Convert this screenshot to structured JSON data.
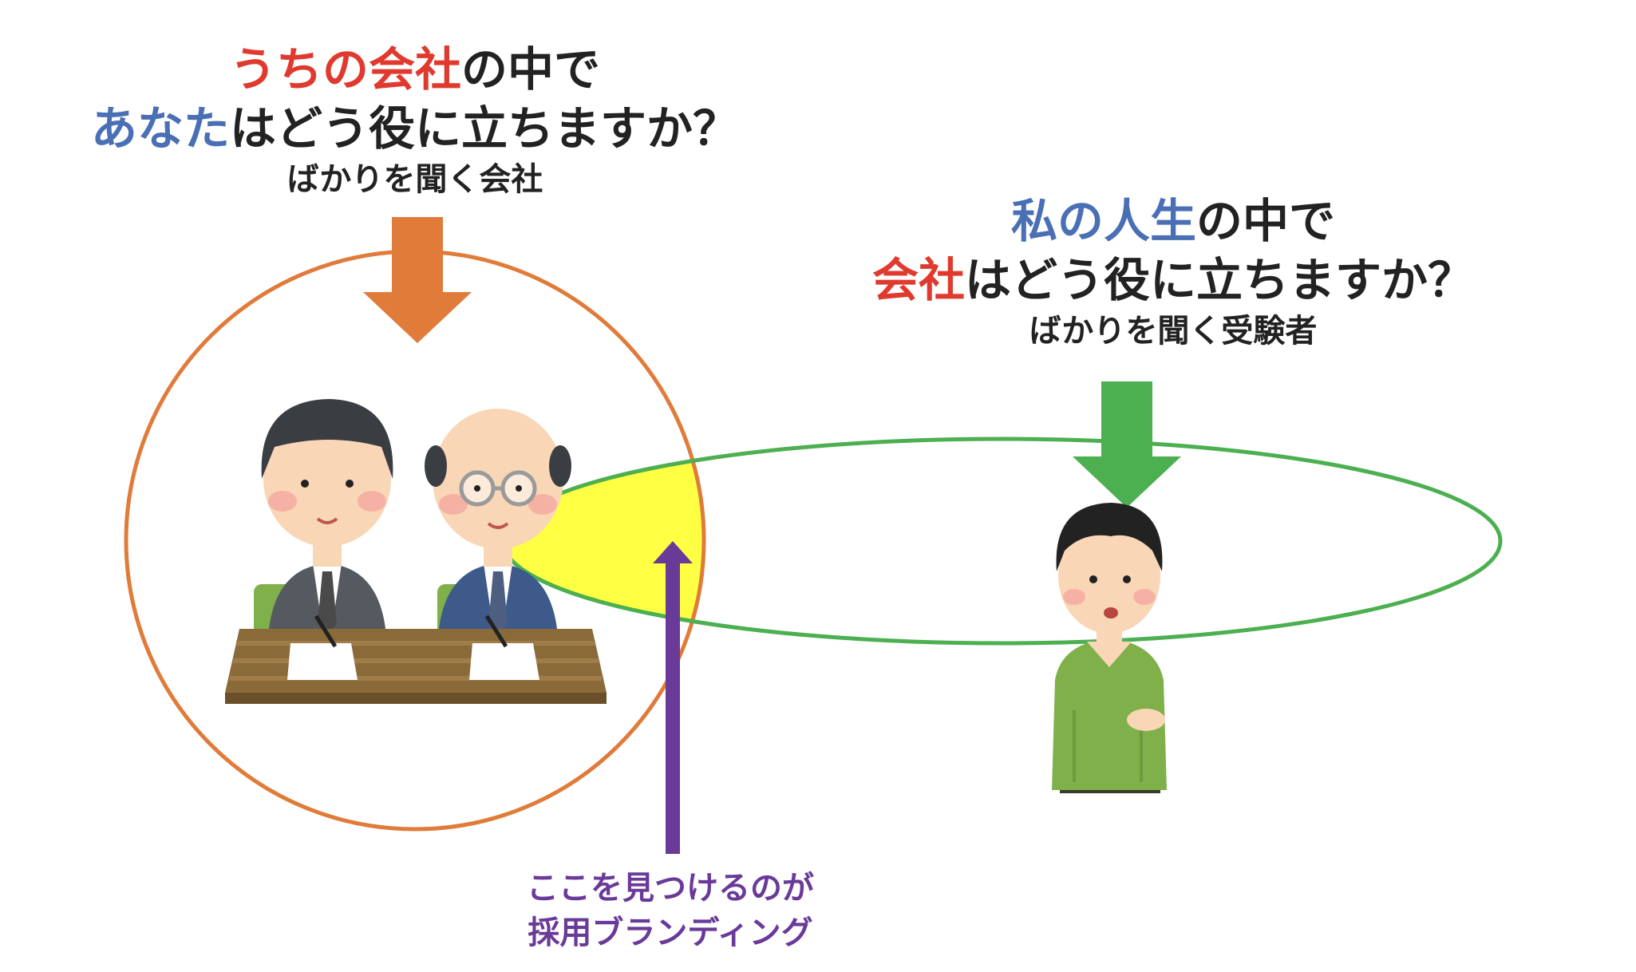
{
  "left_caption": {
    "line1_red": "うちの会社",
    "line1_rest": "の中で",
    "line2_blue": "あなた",
    "line2_rest": "はどう役に立ちますか？",
    "line3": "ばかりを聞く会社"
  },
  "right_caption": {
    "line1_blue": "私の人生",
    "line1_rest": "の中で",
    "line2_red": "会社",
    "line2_rest": "はどう役に立ちますか？",
    "line3": "ばかりを聞く受験者"
  },
  "bottom_caption": {
    "line1": "ここを見つけるのが",
    "line2": "採用ブランディング"
  },
  "colors": {
    "orange": "#e07b39",
    "green": "#4caf50",
    "purple": "#6a3a99",
    "overlap": "#ffff44",
    "red": "#e03a2f",
    "blue": "#4a6fb5"
  },
  "icons": [
    "interviewer-icon",
    "bald-interviewer-icon",
    "applicant-icon",
    "desk-icon"
  ]
}
